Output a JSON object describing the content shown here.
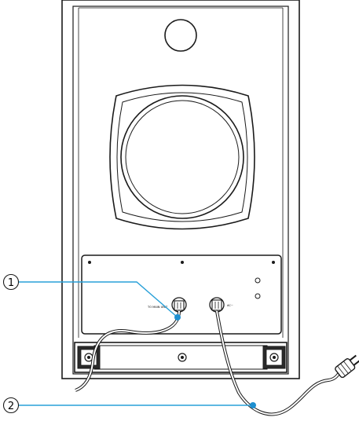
{
  "callouts": [
    {
      "number": "1",
      "target": "to-main-unit-cable"
    },
    {
      "number": "2",
      "target": "ac-power-cord"
    }
  ],
  "panel": {
    "to_main_unit_label": "TO MAIN UNIT",
    "ac_label": "AC~"
  },
  "colors": {
    "outline": "#1a1a1a",
    "callout_line": "#29a0d8",
    "callout_dot": "#1d8fd0",
    "background": "#ffffff"
  }
}
